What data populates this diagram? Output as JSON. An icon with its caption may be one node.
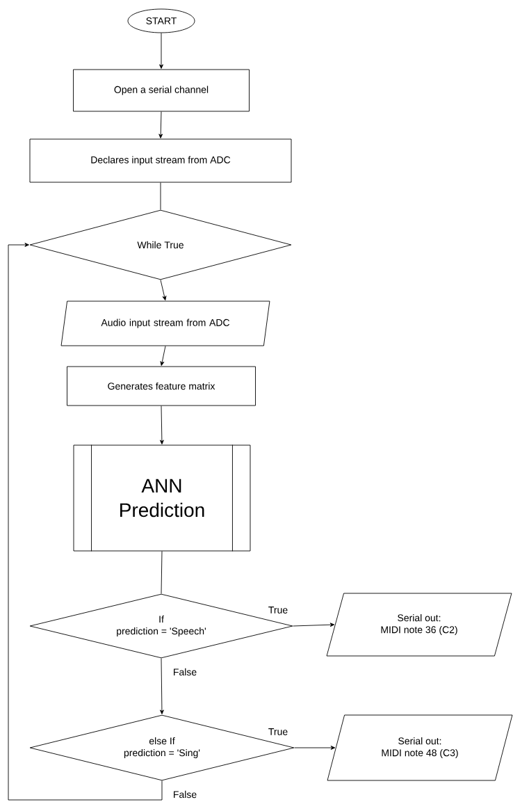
{
  "diagram": {
    "nodes": [
      {
        "text": [
          "START"
        ]
      },
      {
        "text": [
          "Open a serial channel"
        ]
      },
      {
        "text": [
          "Declares input stream from ADC"
        ]
      },
      {
        "text": [
          "While True"
        ]
      },
      {
        "text": [
          "Audio input stream from ADC"
        ]
      },
      {
        "text": [
          "Generates  feature matrix"
        ]
      },
      {
        "text": [
          "ANN",
          "Prediction"
        ]
      },
      {
        "text": [
          "If",
          "prediction = 'Speech'"
        ]
      },
      {
        "text": [
          "Serial out:",
          "MIDI note 36 (C2)"
        ]
      },
      {
        "text": [
          "else If",
          "prediction = 'Sing'"
        ]
      },
      {
        "text": [
          "Serial out:",
          "MIDI note 48 (C3)"
        ]
      }
    ],
    "edges": [
      {
        "from": 0,
        "to": 1,
        "arrow": "to"
      },
      {
        "from": 1,
        "to": 2,
        "arrow": "to"
      },
      {
        "from": 2,
        "to": 3,
        "arrow": "none"
      },
      {
        "from": 3,
        "to": 4,
        "arrow": "to"
      },
      {
        "from": 4,
        "to": 5,
        "arrow": "to"
      },
      {
        "from": 5,
        "to": 6,
        "arrow": "to"
      },
      {
        "from": 6,
        "to": 7,
        "arrow": "none"
      },
      {
        "from": 7,
        "to": 8,
        "arrow": "to",
        "label": "True"
      },
      {
        "from": 7,
        "to": 9,
        "arrow": "to",
        "label": "False"
      },
      {
        "from": 9,
        "to": 10,
        "arrow": "to",
        "label": "True"
      },
      {
        "from": 9,
        "to": 3,
        "arrow": "to",
        "label": "False"
      }
    ]
  }
}
